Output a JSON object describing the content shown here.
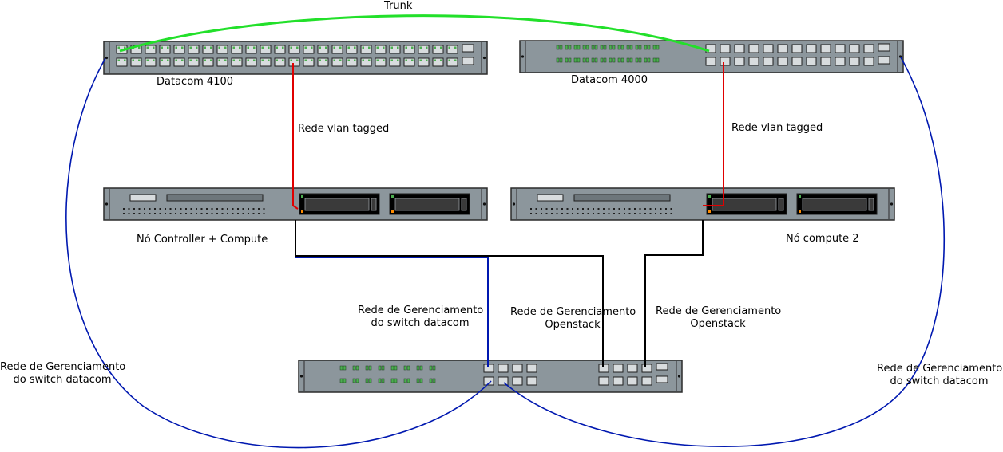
{
  "devices": {
    "switch_4100": {
      "label": "Datacom 4100"
    },
    "switch_4000": {
      "label": "Datacom 4000"
    },
    "server_controller": {
      "label": "Nó Controller + Compute"
    },
    "server_compute2": {
      "label": "Nó compute 2"
    },
    "mgmt_switch": {
      "label": ""
    }
  },
  "links": {
    "trunk": {
      "label": "Trunk",
      "color": "#22e02a"
    },
    "vlan_left": {
      "label": "Rede vlan tagged",
      "color": "#e00000"
    },
    "vlan_right": {
      "label": "Rede vlan tagged",
      "color": "#e00000"
    },
    "mgmt_switch_center": {
      "line1": "Rede de Gerenciamento",
      "line2": "do switch datacom",
      "color": "#0018b0"
    },
    "mgmt_openstack_1": {
      "line1": "Rede de Gerenciamento",
      "line2": "Openstack",
      "color": "#000000"
    },
    "mgmt_openstack_2": {
      "line1": "Rede de Gerenciamento",
      "line2": "Openstack",
      "color": "#000000"
    },
    "mgmt_switch_left": {
      "line1": "Rede de Gerenciamento",
      "line2": "do switch datacom",
      "color": "#0018b0"
    },
    "mgmt_switch_right": {
      "line1": "Rede de Gerenciamento",
      "line2": "do switch datacom",
      "color": "#0018b0"
    }
  }
}
